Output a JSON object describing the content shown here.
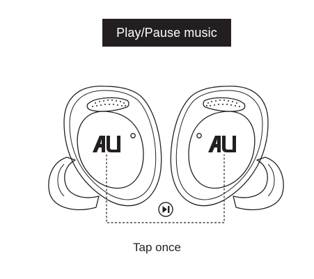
{
  "title": "Play/Pause music",
  "caption": "Tap once",
  "logo_text": "AU",
  "icons": {
    "center_button": "play-pause-icon"
  },
  "colors": {
    "title_bg": "#231f20",
    "title_text": "#ffffff",
    "line": "#231f20"
  }
}
